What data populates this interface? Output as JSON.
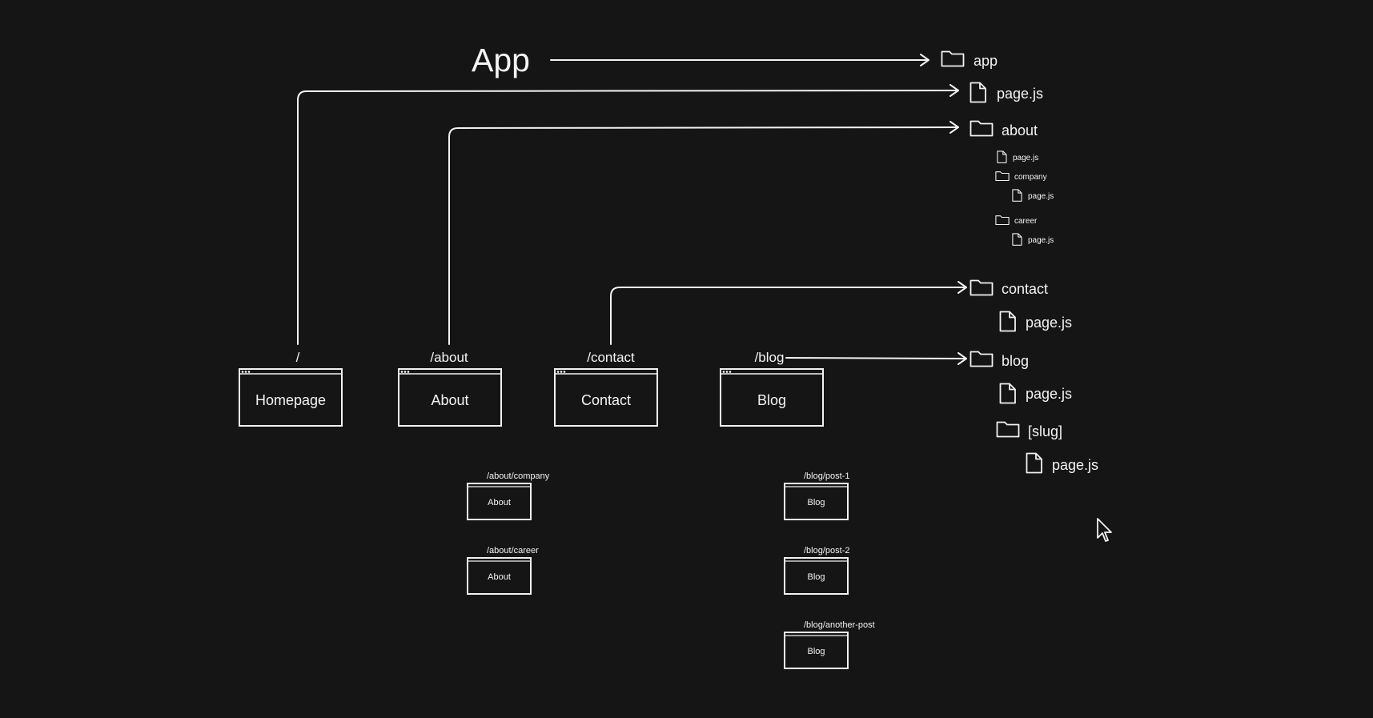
{
  "title": "App",
  "pages": [
    {
      "route": "/",
      "label": "Homepage"
    },
    {
      "route": "/about",
      "label": "About"
    },
    {
      "route": "/contact",
      "label": "Contact"
    },
    {
      "route": "/blog",
      "label": "Blog"
    }
  ],
  "sub_pages": [
    {
      "route": "/about/company",
      "label": "About"
    },
    {
      "route": "/about/career",
      "label": "About"
    },
    {
      "route": "/blog/post-1",
      "label": "Blog"
    },
    {
      "route": "/blog/post-2",
      "label": "Blog"
    },
    {
      "route": "/blog/another-post",
      "label": "Blog"
    }
  ],
  "tree": [
    {
      "type": "folder",
      "name": "app"
    },
    {
      "type": "file",
      "name": "page.js"
    },
    {
      "type": "folder",
      "name": "about"
    },
    {
      "type": "file",
      "name": "page.js"
    },
    {
      "type": "folder",
      "name": "company"
    },
    {
      "type": "file",
      "name": "page.js"
    },
    {
      "type": "folder",
      "name": "career"
    },
    {
      "type": "file",
      "name": "page.js"
    },
    {
      "type": "folder",
      "name": "contact"
    },
    {
      "type": "file",
      "name": "page.js"
    },
    {
      "type": "folder",
      "name": "blog"
    },
    {
      "type": "file",
      "name": "page.js"
    },
    {
      "type": "folder",
      "name": "[slug]"
    },
    {
      "type": "file",
      "name": "page.js"
    }
  ],
  "colors": {
    "background": "#151515",
    "stroke": "#f2f2f2",
    "text": "#f4f4f4"
  }
}
